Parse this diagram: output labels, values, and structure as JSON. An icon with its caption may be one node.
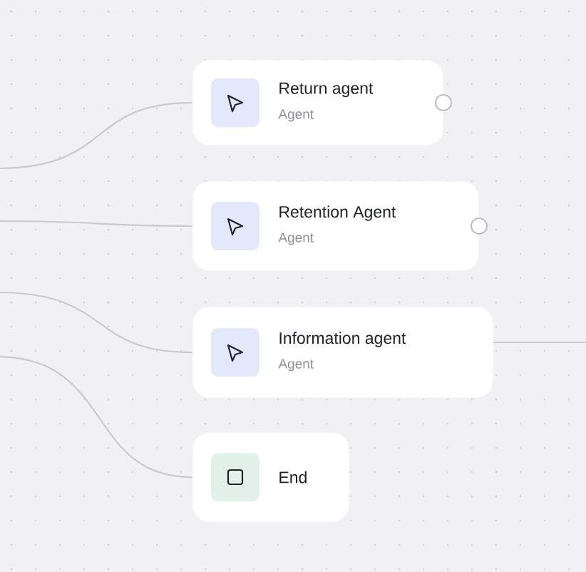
{
  "diagram": {
    "nodes": [
      {
        "text": [
          "Return agent",
          "Agent"
        ]
      },
      {
        "text": [
          "Retention Agent",
          "Agent"
        ]
      },
      {
        "text": [
          "Information agent",
          "Agent"
        ]
      },
      {
        "text": [
          "End"
        ]
      }
    ],
    "edges": [
      {
        "from": null,
        "to": 0,
        "arrow": "none"
      },
      {
        "from": null,
        "to": 1,
        "arrow": "none"
      },
      {
        "from": null,
        "to": 2,
        "arrow": "none"
      },
      {
        "from": null,
        "to": 3,
        "arrow": "none"
      },
      {
        "from": 2,
        "to": null,
        "arrow": "none"
      }
    ]
  }
}
